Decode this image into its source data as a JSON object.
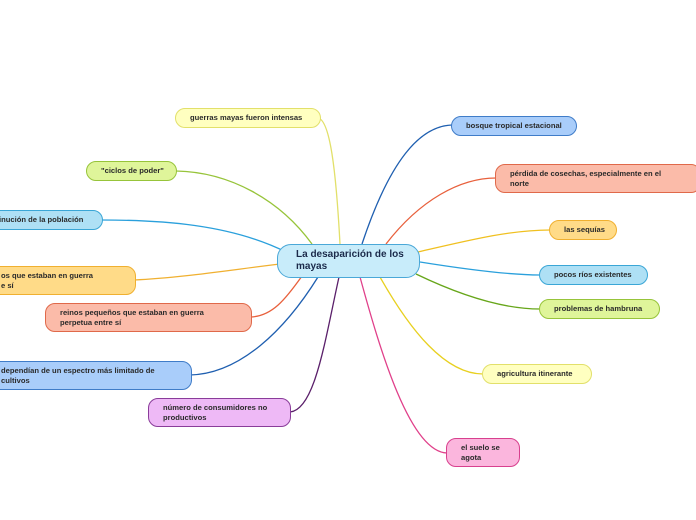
{
  "central": {
    "label": "La desaparición de los mayas"
  },
  "left": {
    "guerras": "guerras mayas fueron intensas",
    "ciclos": "\"ciclos de poder\"",
    "disminucion": "inución de la población",
    "reinos_cut_line1": "os que estaban en guerra",
    "reinos_cut_line2": "e sí",
    "reinos_line1": "reinos pequeños que estaban en guerra",
    "reinos_line2": "perpetua entre sí",
    "dependian_line1": "dependían de un espectro más limitado de",
    "dependian_line2": "cultivos",
    "consumidores_line1": "número de consumidores no",
    "consumidores_line2": "productivos"
  },
  "right": {
    "bosque": "bosque tropical estacional",
    "perdida_line1": "pérdida de cosechas, especialmente en el",
    "perdida_line2": "norte",
    "sequias": "las sequías",
    "rios": "pocos ríos existentes",
    "hambruna": "problemas de hambruna",
    "agricultura": "agricultura itinerante",
    "suelo_line1": "el suelo se",
    "suelo_line2": "agota"
  },
  "colors": {
    "yellow": "#e2e06a",
    "green": "#97c43a",
    "blue": "#2aa0dc",
    "orange": "#f0b030",
    "salmon": "#e8603c",
    "navy": "#1f5fb0",
    "purple": "#5a1f6a",
    "pink": "#e0408a",
    "gold": "#f0c020"
  }
}
